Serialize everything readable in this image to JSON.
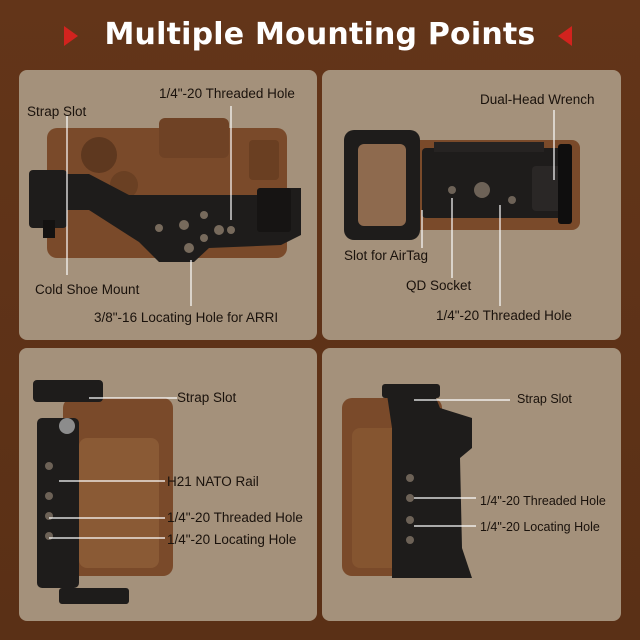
{
  "title": "Multiple Mounting Points",
  "colors": {
    "background": "#5a3118",
    "panel": "#a4917b",
    "accent_red": "#d2231e",
    "label_text": "#1a120c",
    "camera_body": "#7a4a2a",
    "cage_metal": "#1e1c1b"
  },
  "icons": {
    "title_marker_left": "red-chevron-right",
    "title_marker_right": "red-chevron-left"
  },
  "panels": [
    {
      "name": "top-view",
      "labels": {
        "strap_slot": "Strap Slot",
        "threaded_hole": "1/4\"-20 Threaded Hole",
        "cold_shoe": "Cold Shoe Mount",
        "arri_hole": "3/8\"-16 Locating Hole for ARRI"
      }
    },
    {
      "name": "bottom-view",
      "labels": {
        "wrench": "Dual-Head Wrench",
        "airtag": "Slot for AirTag",
        "qd_socket": "QD Socket",
        "threaded_hole": "1/4\"-20 Threaded Hole"
      }
    },
    {
      "name": "left-side-view",
      "labels": {
        "strap_slot": "Strap Slot",
        "nato_rail": "H21 NATO Rail",
        "threaded_hole": "1/4\"-20 Threaded Hole",
        "locating_hole": "1/4\"-20 Locating Hole"
      }
    },
    {
      "name": "right-side-view",
      "labels": {
        "strap_slot": "Strap Slot",
        "threaded_hole": "1/4\"-20 Threaded Hole",
        "locating_hole": "1/4\"-20 Locating Hole"
      }
    }
  ]
}
